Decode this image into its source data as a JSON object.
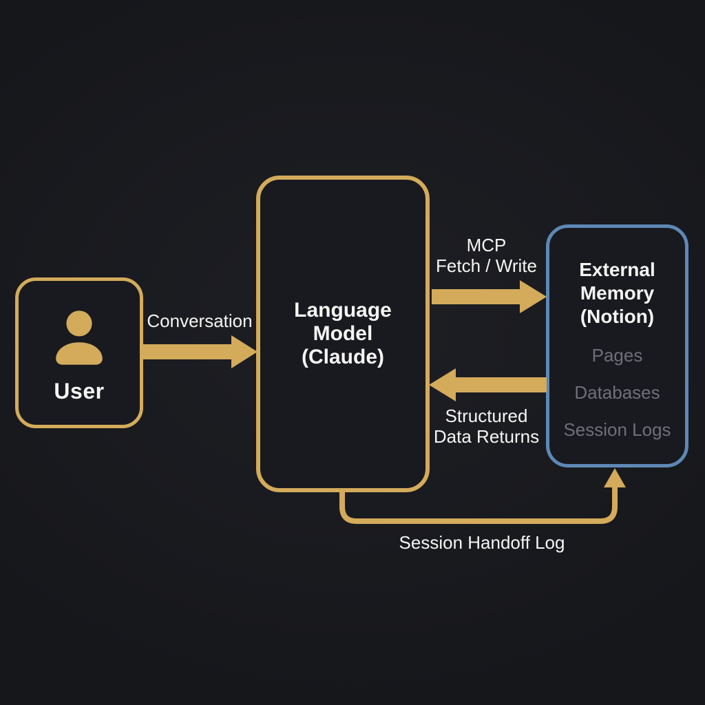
{
  "colors": {
    "background": "#1e1f24",
    "background_edge": "#16171b",
    "box_fill": "#191a1f",
    "gold": "#d3ab5b",
    "blue": "#5d88b6",
    "text_primary": "#f5f5f3",
    "text_muted": "#6e7078"
  },
  "nodes": {
    "user": {
      "label": "User"
    },
    "language_model": {
      "lines": [
        "Language",
        "Model",
        "(Claude)"
      ]
    },
    "external_memory": {
      "title_lines": [
        "External",
        "Memory",
        "(Notion)"
      ],
      "items": [
        "Pages",
        "Databases",
        "Session Logs"
      ]
    }
  },
  "edges": {
    "conversation": {
      "label": "Conversation"
    },
    "mcp_fetch_write": {
      "lines": [
        "MCP",
        "Fetch / Write"
      ]
    },
    "structured_returns": {
      "lines": [
        "Structured",
        "Data Returns"
      ]
    },
    "session_handoff": {
      "label": "Session Handoff Log"
    }
  }
}
